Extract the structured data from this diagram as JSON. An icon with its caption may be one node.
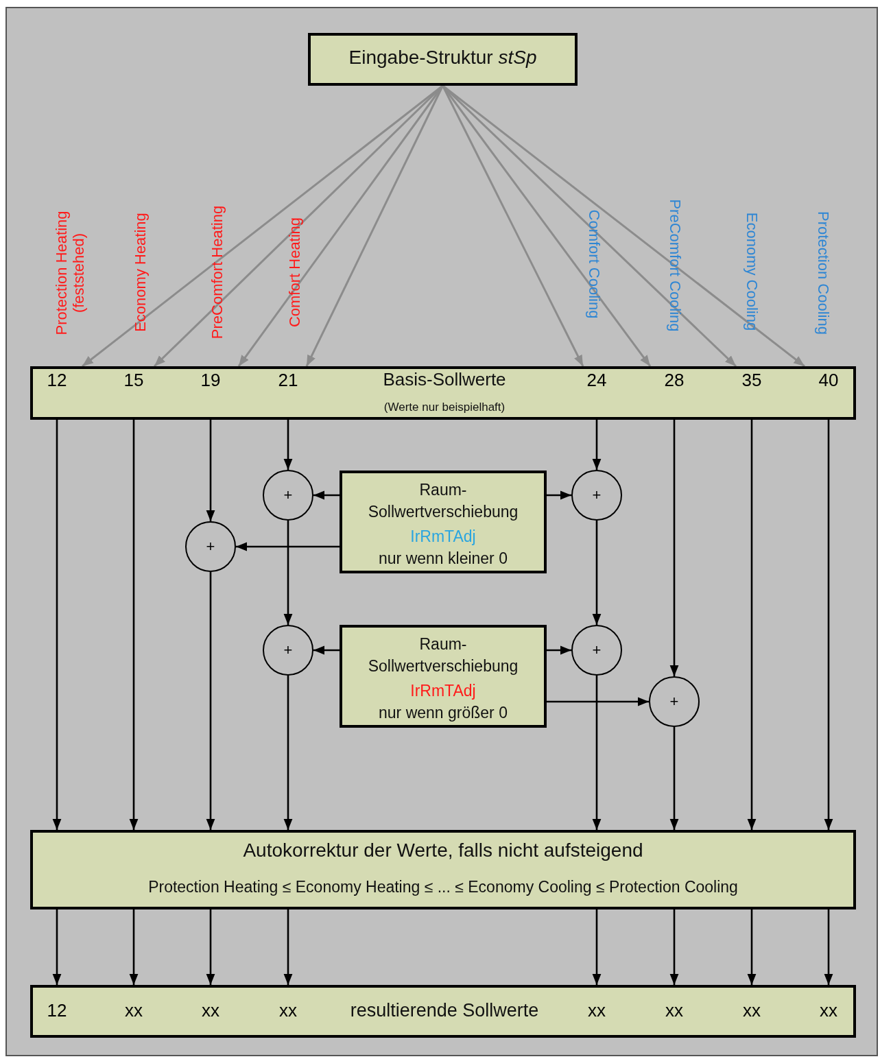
{
  "diagram": {
    "nodes": [
      {
        "text": [
          "Eingabe-Struktur *stSp*"
        ]
      },
      {
        "text": [
          "Basis-Sollwerte",
          "(Werte nur beispielhaft)"
        ]
      },
      {
        "text": [
          "12"
        ],
        "in": 1,
        "beside": [
          "Protection Heating (feststehed)"
        ]
      },
      {
        "text": [
          "15"
        ],
        "in": 1,
        "beside": [
          "Economy Heating"
        ]
      },
      {
        "text": [
          "19"
        ],
        "in": 1,
        "beside": [
          "PreComfort Heating"
        ]
      },
      {
        "text": [
          "21"
        ],
        "in": 1,
        "beside": [
          "Comfort Heating"
        ]
      },
      {
        "text": [
          "24"
        ],
        "in": 1,
        "beside": [
          "Comfort Cooling"
        ]
      },
      {
        "text": [
          "28"
        ],
        "in": 1,
        "beside": [
          "PreComfort Cooling"
        ]
      },
      {
        "text": [
          "35"
        ],
        "in": 1,
        "beside": [
          "Economy Cooling"
        ]
      },
      {
        "text": [
          "40"
        ],
        "in": 1,
        "beside": [
          "Protection Cooling"
        ]
      },
      {
        "text": [
          "+"
        ]
      },
      {
        "text": [
          "Raum- Sollwertverschiebung",
          "IrRmTAdj",
          "nur wenn kleiner 0"
        ]
      },
      {
        "text": [
          "+"
        ]
      },
      {
        "text": [
          "+"
        ]
      },
      {
        "text": [
          "+"
        ]
      },
      {
        "text": [
          "Raum- Sollwertverschiebung",
          "IrRmTAdj",
          "nur wenn größer 0"
        ]
      },
      {
        "text": [
          "+"
        ]
      },
      {
        "text": [
          "+"
        ]
      },
      {
        "text": [
          "Autokorrektur der Werte, falls nicht aufsteigend",
          "Protection Heating ≤ Economy Heating ≤ ... ≤ Economy Cooling ≤ Protection Cooling"
        ]
      },
      {
        "text": [
          "resultierende Sollwerte"
        ]
      },
      {
        "text": [
          "12"
        ],
        "in": 19
      },
      {
        "text": [
          "xx"
        ],
        "in": 19
      },
      {
        "text": [
          "xx"
        ],
        "in": 19
      },
      {
        "text": [
          "xx"
        ],
        "in": 19
      },
      {
        "text": [
          "xx"
        ],
        "in": 19
      },
      {
        "text": [
          "xx"
        ],
        "in": 19
      },
      {
        "text": [
          "xx"
        ],
        "in": 19
      },
      {
        "text": [
          "xx"
        ],
        "in": 19
      }
    ],
    "edges": [
      {
        "from": 0,
        "to": 2,
        "arrow": "to",
        "color": "#8c8c8c"
      },
      {
        "from": 0,
        "to": 3,
        "arrow": "to",
        "color": "#8c8c8c"
      },
      {
        "from": 0,
        "to": 4,
        "arrow": "to",
        "color": "#8c8c8c"
      },
      {
        "from": 0,
        "to": 5,
        "arrow": "to",
        "color": "#8c8c8c"
      },
      {
        "from": 0,
        "to": 6,
        "arrow": "to",
        "color": "#8c8c8c"
      },
      {
        "from": 0,
        "to": 7,
        "arrow": "to",
        "color": "#8c8c8c"
      },
      {
        "from": 0,
        "to": 8,
        "arrow": "to",
        "color": "#8c8c8c"
      },
      {
        "from": 0,
        "to": 9,
        "arrow": "to",
        "color": "#8c8c8c"
      },
      {
        "from": 2,
        "to": 18,
        "arrow": "to"
      },
      {
        "from": 3,
        "to": 18,
        "arrow": "to"
      },
      {
        "from": 4,
        "to": 13,
        "arrow": "to"
      },
      {
        "from": 5,
        "to": 10,
        "arrow": "to"
      },
      {
        "from": 6,
        "to": 12,
        "arrow": "to"
      },
      {
        "from": 7,
        "to": 17,
        "arrow": "to"
      },
      {
        "from": 8,
        "to": 18,
        "arrow": "to"
      },
      {
        "from": 9,
        "to": 18,
        "arrow": "to"
      },
      {
        "from": 11,
        "to": 10,
        "arrow": "to"
      },
      {
        "from": 11,
        "to": 12,
        "arrow": "to"
      },
      {
        "from": 11,
        "to": 13,
        "arrow": "to"
      },
      {
        "from": 10,
        "to": 14,
        "arrow": "to"
      },
      {
        "from": 12,
        "to": 16,
        "arrow": "to"
      },
      {
        "from": 13,
        "to": 18,
        "arrow": "to"
      },
      {
        "from": 15,
        "to": 14,
        "arrow": "to"
      },
      {
        "from": 15,
        "to": 16,
        "arrow": "to"
      },
      {
        "from": 15,
        "to": 17,
        "arrow": "to"
      },
      {
        "from": 14,
        "to": 18,
        "arrow": "to"
      },
      {
        "from": 16,
        "to": 18,
        "arrow": "to"
      },
      {
        "from": 17,
        "to": 18,
        "arrow": "to"
      },
      {
        "from": 18,
        "to": 20,
        "arrow": "to"
      },
      {
        "from": 18,
        "to": 21,
        "arrow": "to"
      },
      {
        "from": 18,
        "to": 22,
        "arrow": "to"
      },
      {
        "from": 18,
        "to": 23,
        "arrow": "to"
      },
      {
        "from": 18,
        "to": 24,
        "arrow": "to"
      },
      {
        "from": 18,
        "to": 25,
        "arrow": "to"
      },
      {
        "from": 18,
        "to": 26,
        "arrow": "to"
      },
      {
        "from": 18,
        "to": 27,
        "arrow": "to"
      }
    ]
  }
}
